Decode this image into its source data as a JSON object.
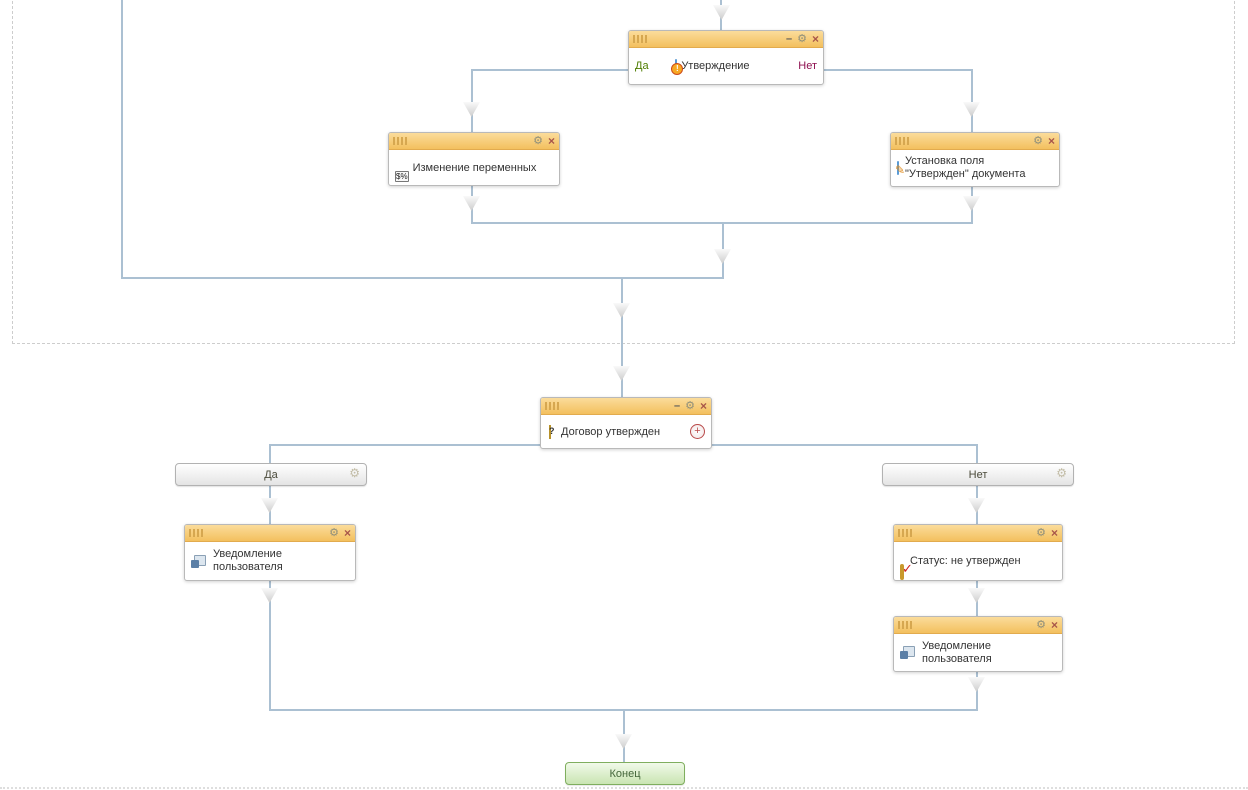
{
  "icons": {
    "gear": "⚙",
    "close": "×",
    "minimize": "–",
    "plus": "+",
    "question": "?",
    "exclaim": "!",
    "vars": "$%",
    "pencil": "✎",
    "check": "✓"
  },
  "colors": {
    "header_orange": "#f3c05e",
    "connector_line": "#abc0d2",
    "end_green": "#c9e5b2",
    "yes_text": "#4e7d00",
    "no_text": "#8e1050"
  },
  "nodes": {
    "approval": {
      "title": "Утверждение",
      "yes_label": "Да",
      "no_label": "Нет"
    },
    "change_vars": {
      "title": "Изменение переменных"
    },
    "set_field": {
      "line1": "Установка поля",
      "line2": "\"Утвержден\" документа"
    },
    "gateway": {
      "title": "Договор утвержден"
    },
    "branch_yes": {
      "label": "Да"
    },
    "branch_no": {
      "label": "Нет"
    },
    "notify_left": {
      "line1": "Уведомление",
      "line2": "пользователя"
    },
    "status_not_approved": {
      "title": "Статус: не утвержден"
    },
    "notify_right": {
      "line1": "Уведомление",
      "line2": "пользователя"
    },
    "end": {
      "label": "Конец"
    }
  }
}
